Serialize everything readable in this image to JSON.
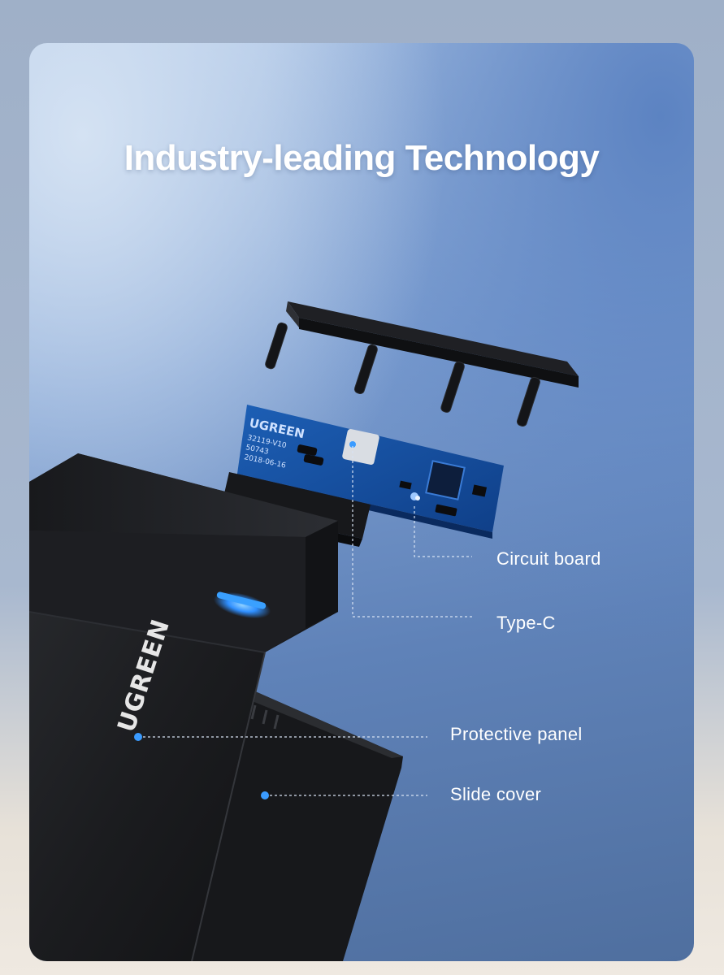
{
  "title": "Industry-leading Technology",
  "brand": "UGREEN",
  "pcb_marking": {
    "brand": "UGREEN",
    "line1": "32119-V10",
    "line2": "50743",
    "line3": "2018-06-16"
  },
  "callouts": [
    {
      "label": "Circuit board"
    },
    {
      "label": "Type-C"
    },
    {
      "label": "Protective panel"
    },
    {
      "label": "Slide cover"
    }
  ],
  "colors": {
    "accent_led": "#2f8fff",
    "label_text": "#ffffff",
    "leader_line": "#d7e2f3"
  }
}
